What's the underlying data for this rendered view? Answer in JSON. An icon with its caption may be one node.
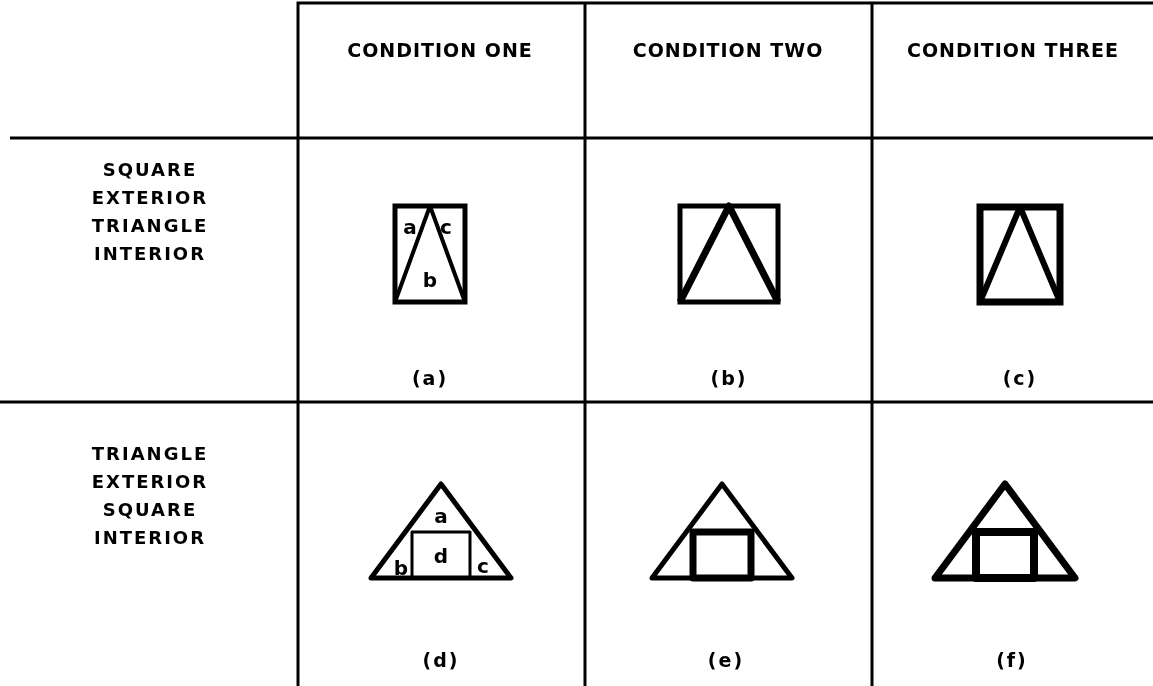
{
  "diagram": {
    "labels": [
      "CONDITION ONE",
      "CONDITION TWO",
      "CONDITION THREE",
      "SQUARE EXTERIOR TRIANGLE INTERIOR",
      "a",
      "c",
      "b",
      "(a)",
      "(b)",
      "(c)",
      "TRIANGLE EXTERIOR SQUARE INTERIOR",
      "a",
      "d",
      "b",
      "c",
      "(d)",
      "(e)",
      "(f)"
    ]
  }
}
